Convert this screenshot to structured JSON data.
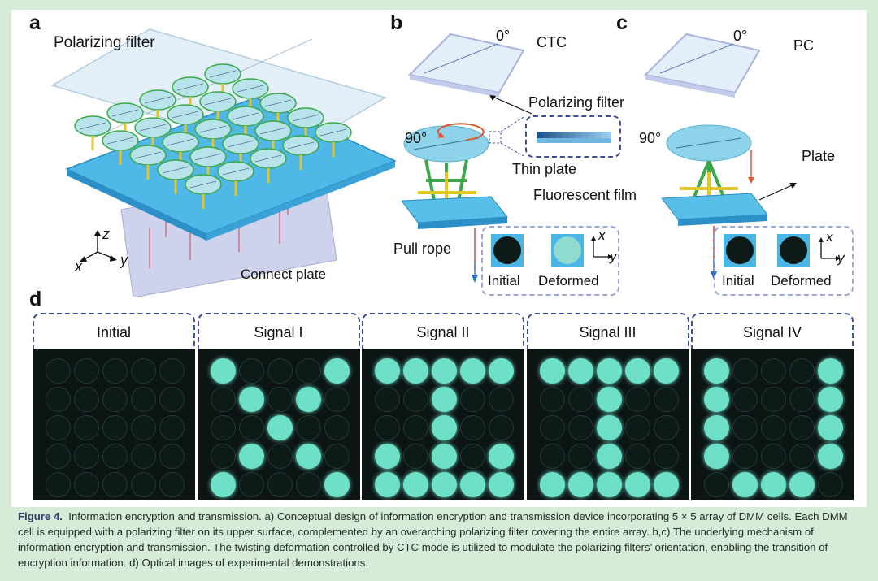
{
  "panels": {
    "a": {
      "letter": "a",
      "polarizing_filter": "Polarizing filter",
      "connect_plate": "Connect plate",
      "axis_z": "z",
      "axis_x": "x",
      "axis_y": "y"
    },
    "b": {
      "letter": "b",
      "mode": "CTC",
      "angle_top": "0°",
      "angle_bottom": "90°",
      "polarizing_filter": "Polarizing filter",
      "thin_plate": "Thin plate",
      "fluorescent_film": "Fluorescent film",
      "pull_rope": "Pull rope",
      "initial": "Initial",
      "deformed": "Deformed",
      "axis_x": "x",
      "axis_y": "y"
    },
    "c": {
      "letter": "c",
      "mode": "PC",
      "angle_top": "0°",
      "angle_bottom": "90°",
      "plate": "Plate",
      "initial": "Initial",
      "deformed": "Deformed",
      "axis_x": "x",
      "axis_y": "y"
    },
    "d": {
      "letter": "d",
      "signals": [
        {
          "label": "Initial",
          "pattern": [
            [
              0,
              0,
              0,
              0,
              0
            ],
            [
              0,
              0,
              0,
              0,
              0
            ],
            [
              0,
              0,
              0,
              0,
              0
            ],
            [
              0,
              0,
              0,
              0,
              0
            ],
            [
              0,
              0,
              0,
              0,
              0
            ]
          ]
        },
        {
          "label": "Signal I",
          "pattern": [
            [
              1,
              0,
              0,
              0,
              1
            ],
            [
              0,
              1,
              0,
              1,
              0
            ],
            [
              0,
              0,
              1,
              0,
              0
            ],
            [
              0,
              1,
              0,
              1,
              0
            ],
            [
              1,
              0,
              0,
              0,
              1
            ]
          ]
        },
        {
          "label": "Signal II",
          "pattern": [
            [
              1,
              1,
              1,
              1,
              1
            ],
            [
              0,
              0,
              1,
              0,
              0
            ],
            [
              0,
              0,
              1,
              0,
              0
            ],
            [
              1,
              0,
              1,
              0,
              1
            ],
            [
              1,
              1,
              1,
              1,
              1
            ]
          ]
        },
        {
          "label": "Signal III",
          "pattern": [
            [
              1,
              1,
              1,
              1,
              1
            ],
            [
              0,
              0,
              1,
              0,
              0
            ],
            [
              0,
              0,
              1,
              0,
              0
            ],
            [
              0,
              0,
              1,
              0,
              0
            ],
            [
              1,
              1,
              1,
              1,
              1
            ]
          ]
        },
        {
          "label": "Signal IV",
          "pattern": [
            [
              1,
              0,
              0,
              0,
              1
            ],
            [
              1,
              0,
              0,
              0,
              1
            ],
            [
              1,
              0,
              0,
              0,
              1
            ],
            [
              1,
              0,
              0,
              0,
              1
            ],
            [
              0,
              1,
              1,
              1,
              0
            ]
          ]
        }
      ]
    }
  },
  "caption": {
    "label": "Figure 4.",
    "text": "Information encryption and transmission. a) Conceptual design of information encryption and transmission device incorporating 5 × 5 array of DMM cells. Each DMM cell is equipped with a polarizing filter on its upper surface, complemented by an overarching polarizing filter covering the entire array. b,c) The underlying mechanism of information encryption and transmission. The twisting deformation controlled by CTC mode is utilized to modulate the polarizing filters’ orientation, enabling the transition of encryption information. d) Optical images of experimental demonstrations."
  },
  "colors": {
    "background": "#d6ecd9",
    "glow": "#6fe0c8",
    "dark_disc": "#0d1a18",
    "plate_blue": "#49b6e6",
    "frame_dash": "#3f4f9a"
  }
}
